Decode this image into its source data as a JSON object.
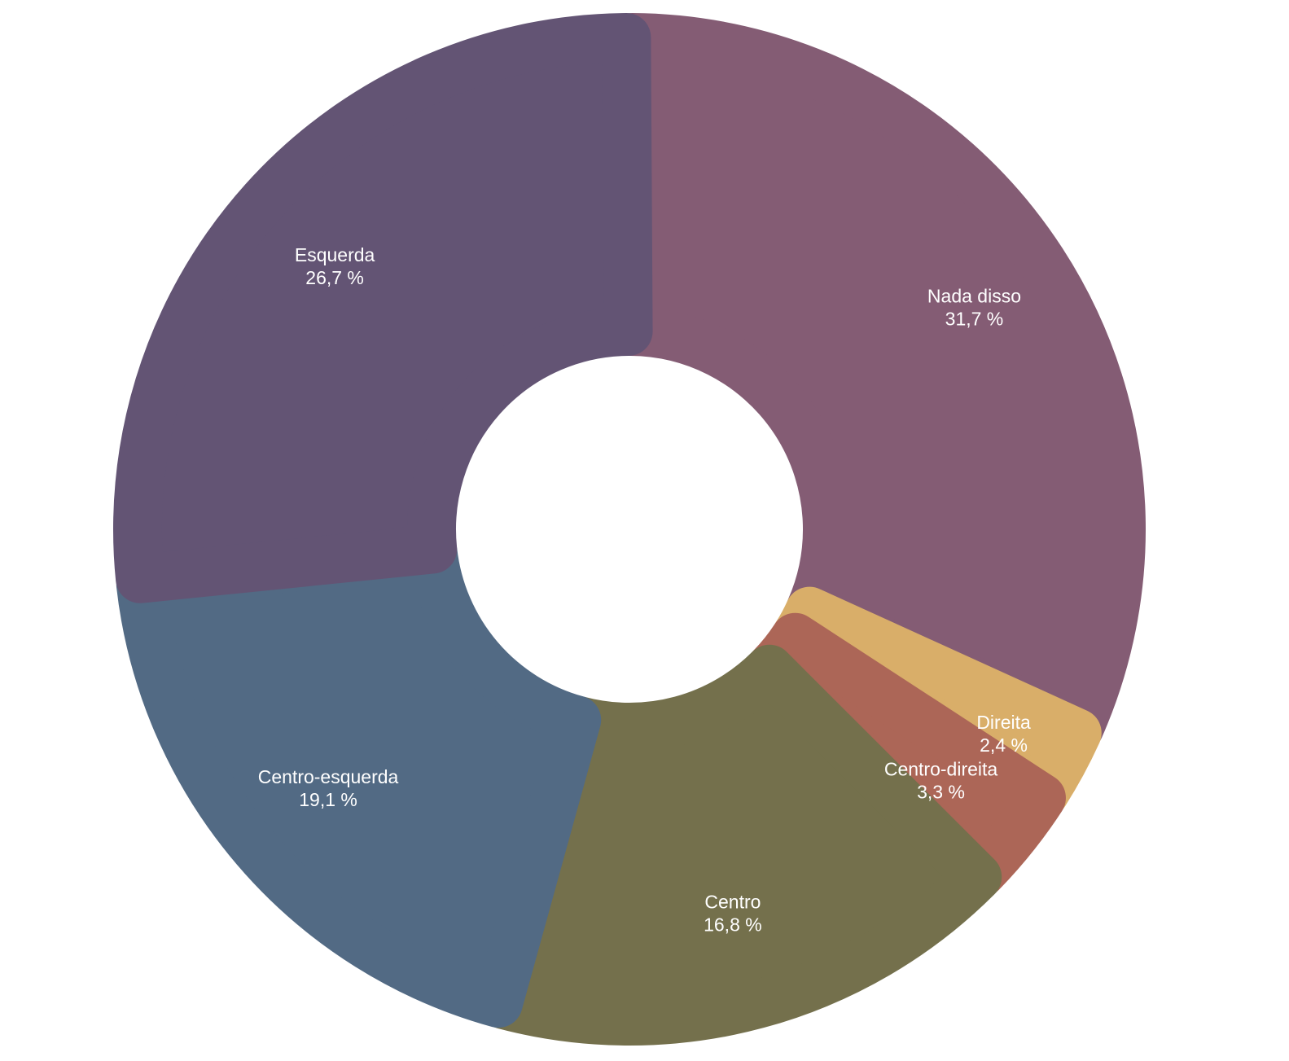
{
  "chart_data": {
    "type": "pie",
    "variant": "donut",
    "slices": [
      {
        "label": "Nada disso",
        "value": 31.7,
        "display": "31,7 %",
        "color": "#845C74"
      },
      {
        "label": "Direita",
        "value": 2.4,
        "display": "2,4 %",
        "color": "#D9AE69"
      },
      {
        "label": "Centro-direita",
        "value": 3.3,
        "display": "3,3 %",
        "color": "#AC6657"
      },
      {
        "label": "Centro",
        "value": 16.8,
        "display": "16,8 %",
        "color": "#74704C"
      },
      {
        "label": "Centro-esquerda",
        "value": 19.1,
        "display": "19,1 %",
        "color": "#526A84"
      },
      {
        "label": "Esquerda",
        "value": 26.7,
        "display": "26,7 %",
        "color": "#635474"
      }
    ],
    "start_angle": "top",
    "direction": "clockwise",
    "legend": "none",
    "labels": "inside slices"
  }
}
